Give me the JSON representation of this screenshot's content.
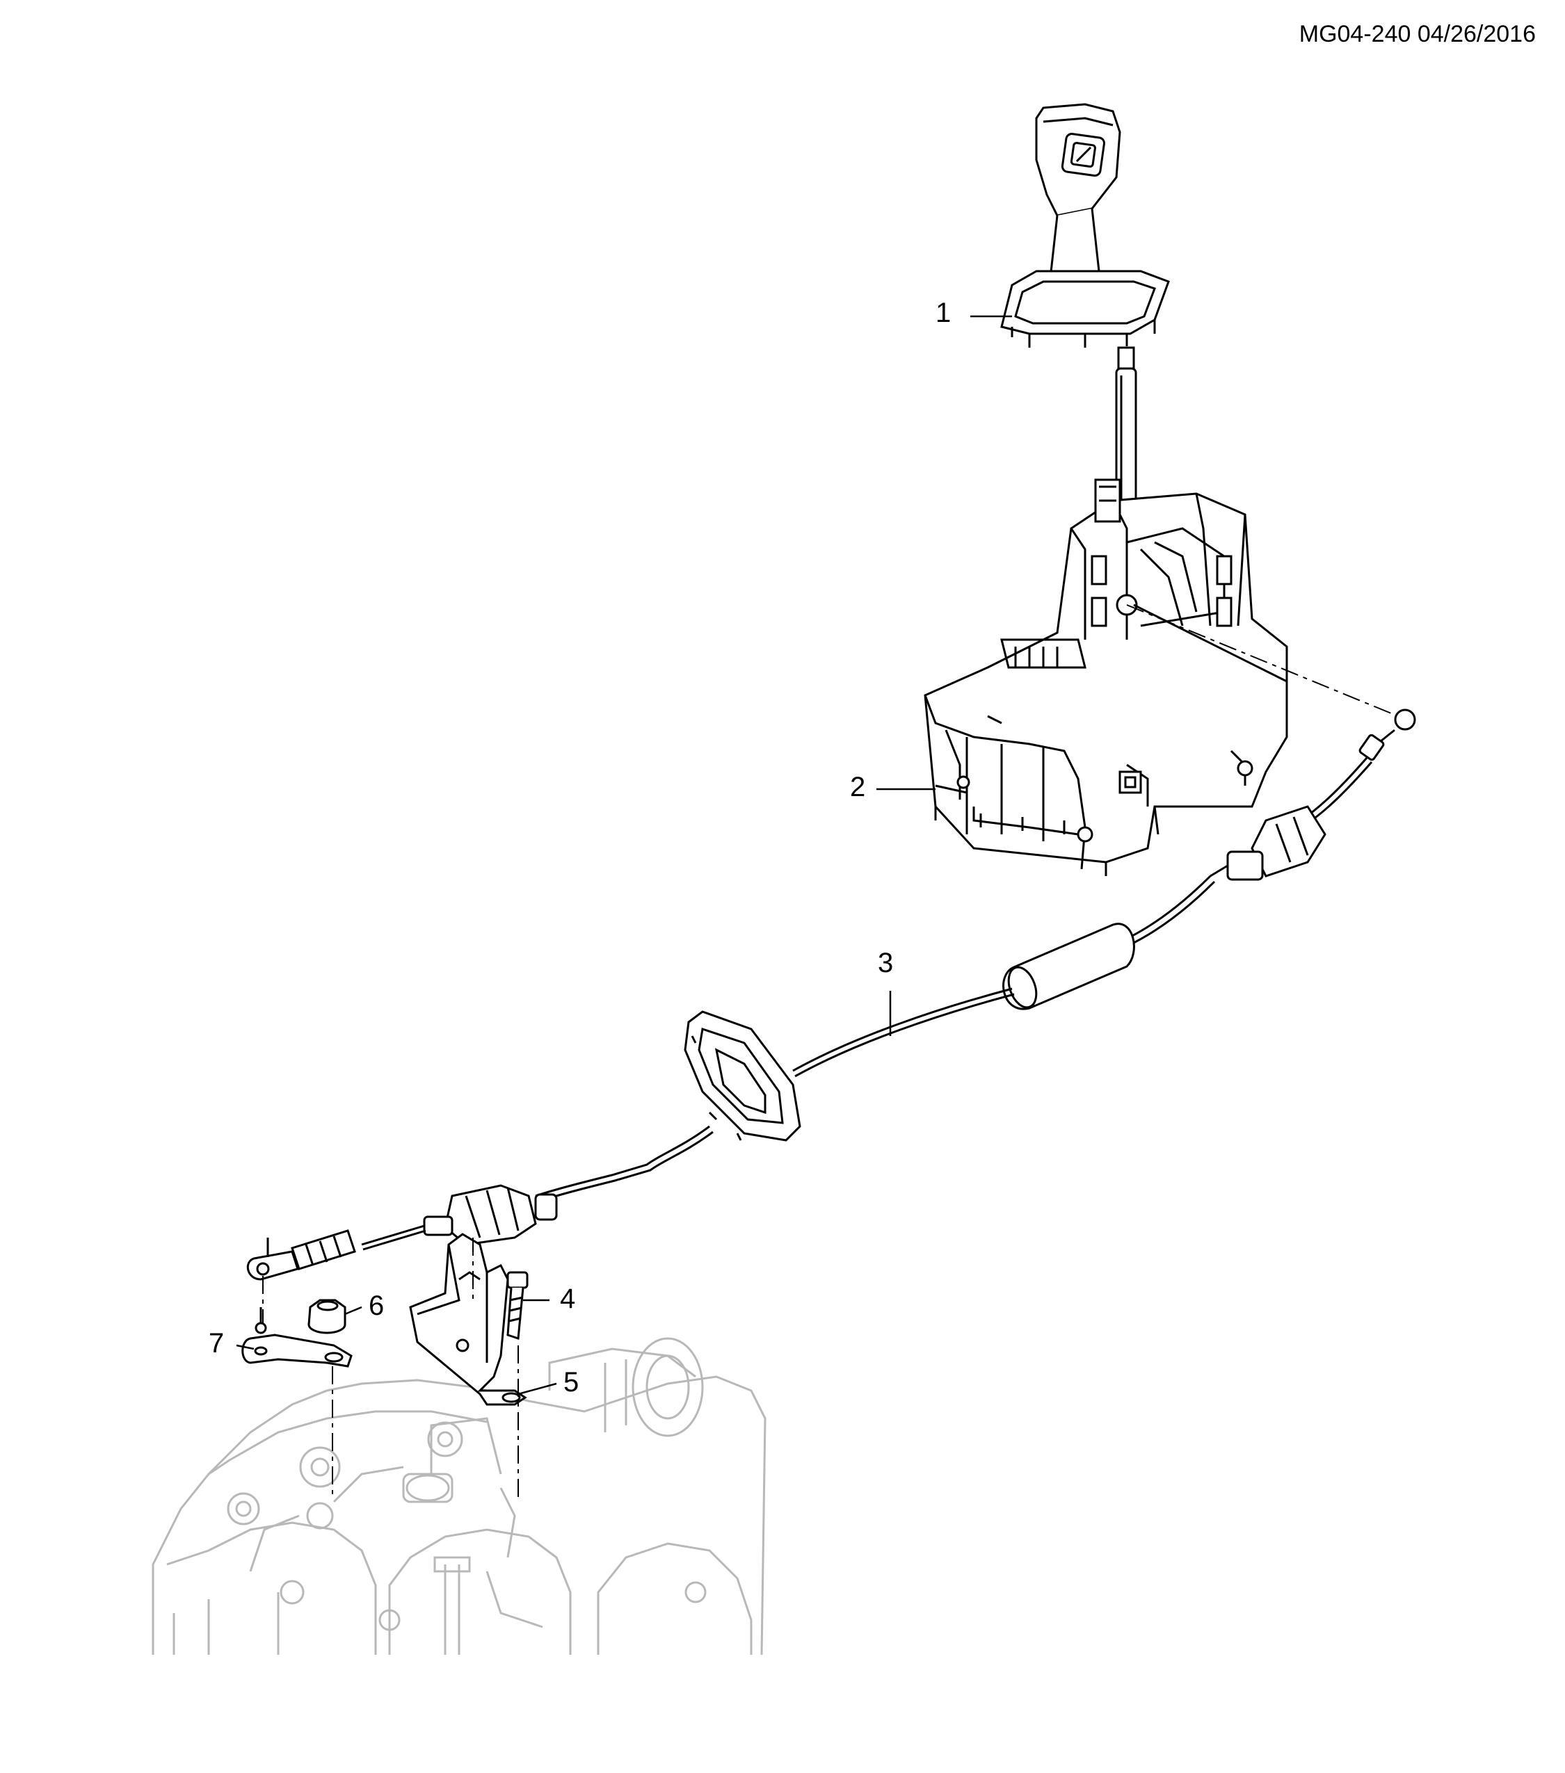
{
  "header": {
    "code": "MG04-240 04/26/2016"
  },
  "callouts": [
    {
      "id": 1,
      "label": "1"
    },
    {
      "id": 2,
      "label": "2"
    },
    {
      "id": 3,
      "label": "3"
    },
    {
      "id": 4,
      "label": "4"
    },
    {
      "id": 5,
      "label": "5"
    },
    {
      "id": 6,
      "label": "6"
    },
    {
      "id": 7,
      "label": "7"
    }
  ],
  "colors": {
    "line": "#000000",
    "ghost": "#b8b8b8",
    "fill": "#ffffff",
    "shade": "#9a9a9a"
  }
}
